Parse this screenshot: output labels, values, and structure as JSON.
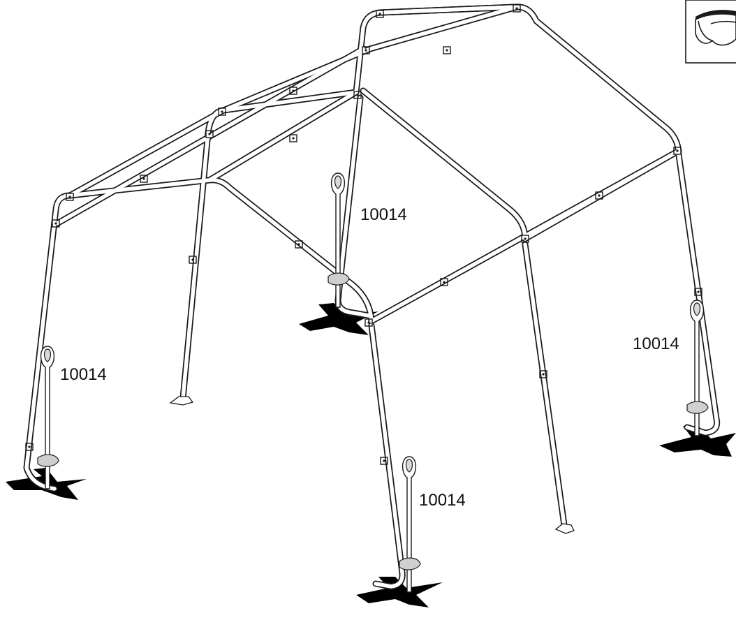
{
  "diagram": {
    "subject": "shelter frame anchoring step",
    "icons": {
      "safety": "safety-glasses-icon",
      "anchor": "auger-anchor-icon",
      "ground_mark": "ground-cross-icon"
    },
    "parts": [
      {
        "id": "anchor-left",
        "label": "10014"
      },
      {
        "id": "anchor-center",
        "label": "10014"
      },
      {
        "id": "anchor-front",
        "label": "10014"
      },
      {
        "id": "anchor-right",
        "label": "10014"
      }
    ]
  }
}
